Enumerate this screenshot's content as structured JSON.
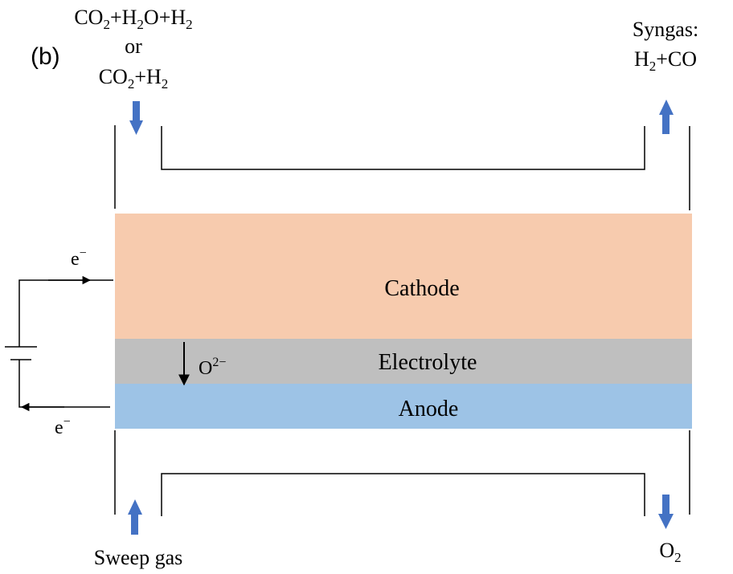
{
  "panel_label": "(b)",
  "inlet": {
    "line1": {
      "a": "CO",
      "a_sub": "2",
      "b": "+H",
      "b_sub": "2",
      "c": "O+H",
      "c_sub": "2"
    },
    "line2": "or",
    "line3": {
      "a": "CO",
      "a_sub": "2",
      "b": "+H",
      "b_sub": "2"
    }
  },
  "outlet": {
    "line1": "Syngas:",
    "line2": {
      "a": "H",
      "a_sub": "2",
      "b": "+CO"
    }
  },
  "layers": {
    "cathode": {
      "label": "Cathode",
      "color": "#f7cbae"
    },
    "electrolyte": {
      "label": "Electrolyte",
      "color": "#bfbfbf"
    },
    "anode": {
      "label": "Anode",
      "color": "#9dc3e6"
    }
  },
  "ion": {
    "label": "O",
    "charge": "2−"
  },
  "electron_top": {
    "label": "e",
    "charge": "−"
  },
  "electron_bottom": {
    "label": "e",
    "charge": "−"
  },
  "sweep_gas_label": "Sweep gas",
  "oxygen_out": {
    "label": "O",
    "sub": "2"
  },
  "colors": {
    "flow_arrow": "#4472c4",
    "line": "#000000"
  },
  "icons": {
    "inlet_arrow": "arrow-down-icon",
    "outlet_arrow": "arrow-up-icon",
    "sweep_arrow": "arrow-up-icon",
    "oxygen_arrow": "arrow-down-icon",
    "power_source": "battery-icon"
  }
}
